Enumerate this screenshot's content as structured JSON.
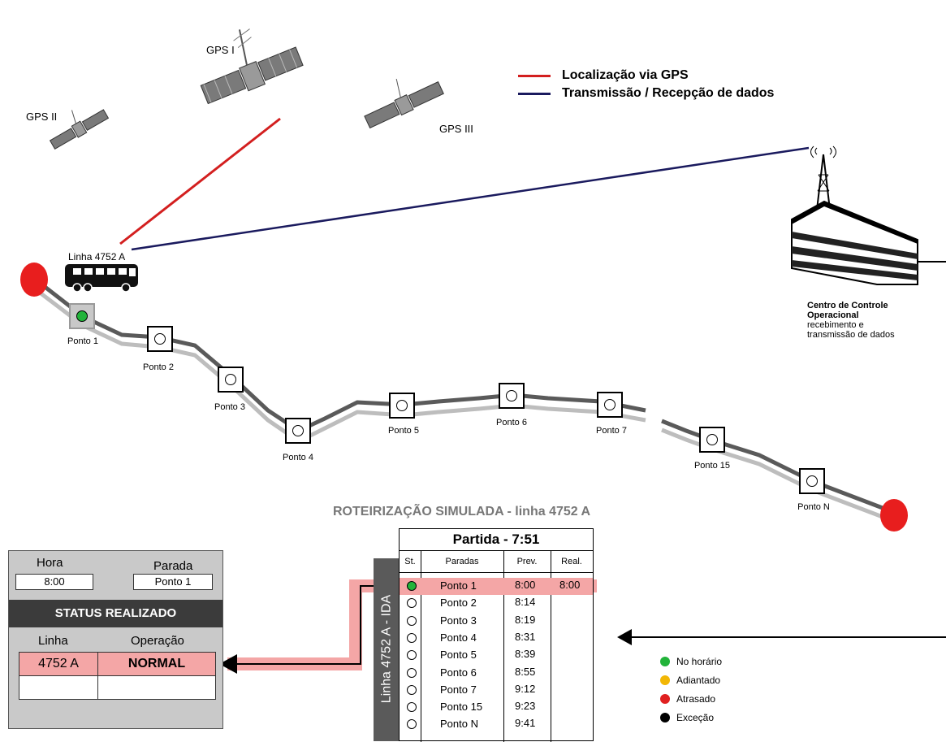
{
  "legend": {
    "gps_label": "Localização via GPS",
    "gps_color": "#d31f1f",
    "data_label": "Transmissão / Recepção de dados",
    "data_color": "#1a1a5e"
  },
  "satellites": {
    "gps1": "GPS I",
    "gps2": "GPS II",
    "gps3": "GPS III"
  },
  "bus": {
    "label": "Linha 4752 A"
  },
  "control_center": {
    "line1": "Centro de Controle",
    "line2": "Operacional",
    "line3": "recebimento e",
    "line4": "transmissão de dados"
  },
  "route": {
    "stops": [
      "Ponto 1",
      "Ponto 2",
      "Ponto 3",
      "Ponto 4",
      "Ponto 5",
      "Ponto 6",
      "Ponto 7",
      "Ponto 15",
      "Ponto N"
    ],
    "title": "ROTEIRIZAÇÃO SIMULADA - linha 4752 A"
  },
  "status": {
    "hora_label": "Hora",
    "hora_value": "8:00",
    "parada_label": "Parada",
    "parada_value": "Ponto 1",
    "bar": "STATUS REALIZADO",
    "linha_label": "Linha",
    "operacao_label": "Operação",
    "linha_value": "4752 A",
    "operacao_value": "NORMAL"
  },
  "schedule": {
    "side_label": "Linha 4752 A - IDA",
    "departure": "Partida - 7:51",
    "headers": {
      "st": "St.",
      "paradas": "Paradas",
      "prev": "Prev.",
      "real": "Real."
    },
    "rows": [
      {
        "stop": "Ponto 1",
        "prev": "8:00",
        "real": "8:00",
        "status": "no-horario"
      },
      {
        "stop": "Ponto 2",
        "prev": "8:14",
        "real": "",
        "status": ""
      },
      {
        "stop": "Ponto 3",
        "prev": "8:19",
        "real": "",
        "status": ""
      },
      {
        "stop": "Ponto 4",
        "prev": "8:31",
        "real": "",
        "status": ""
      },
      {
        "stop": "Ponto 5",
        "prev": "8:39",
        "real": "",
        "status": ""
      },
      {
        "stop": "Ponto 6",
        "prev": "8:55",
        "real": "",
        "status": ""
      },
      {
        "stop": "Ponto 7",
        "prev": "9:12",
        "real": "",
        "status": ""
      },
      {
        "stop": "Ponto 15",
        "prev": "9:23",
        "real": "",
        "status": ""
      },
      {
        "stop": "Ponto N",
        "prev": "9:41",
        "real": "",
        "status": ""
      }
    ]
  },
  "status_legend": [
    {
      "label": "No horário",
      "color": "#22b33a"
    },
    {
      "label": "Adiantado",
      "color": "#f2b705"
    },
    {
      "label": "Atrasado",
      "color": "#e02020"
    },
    {
      "label": "Exceção",
      "color": "#000000"
    }
  ],
  "colors": {
    "highlight": "#f4a6a6",
    "route_dark": "#5a5a5a",
    "route_light": "#bdbdbd",
    "terminal": "#e81e1e",
    "green": "#22b33a"
  }
}
